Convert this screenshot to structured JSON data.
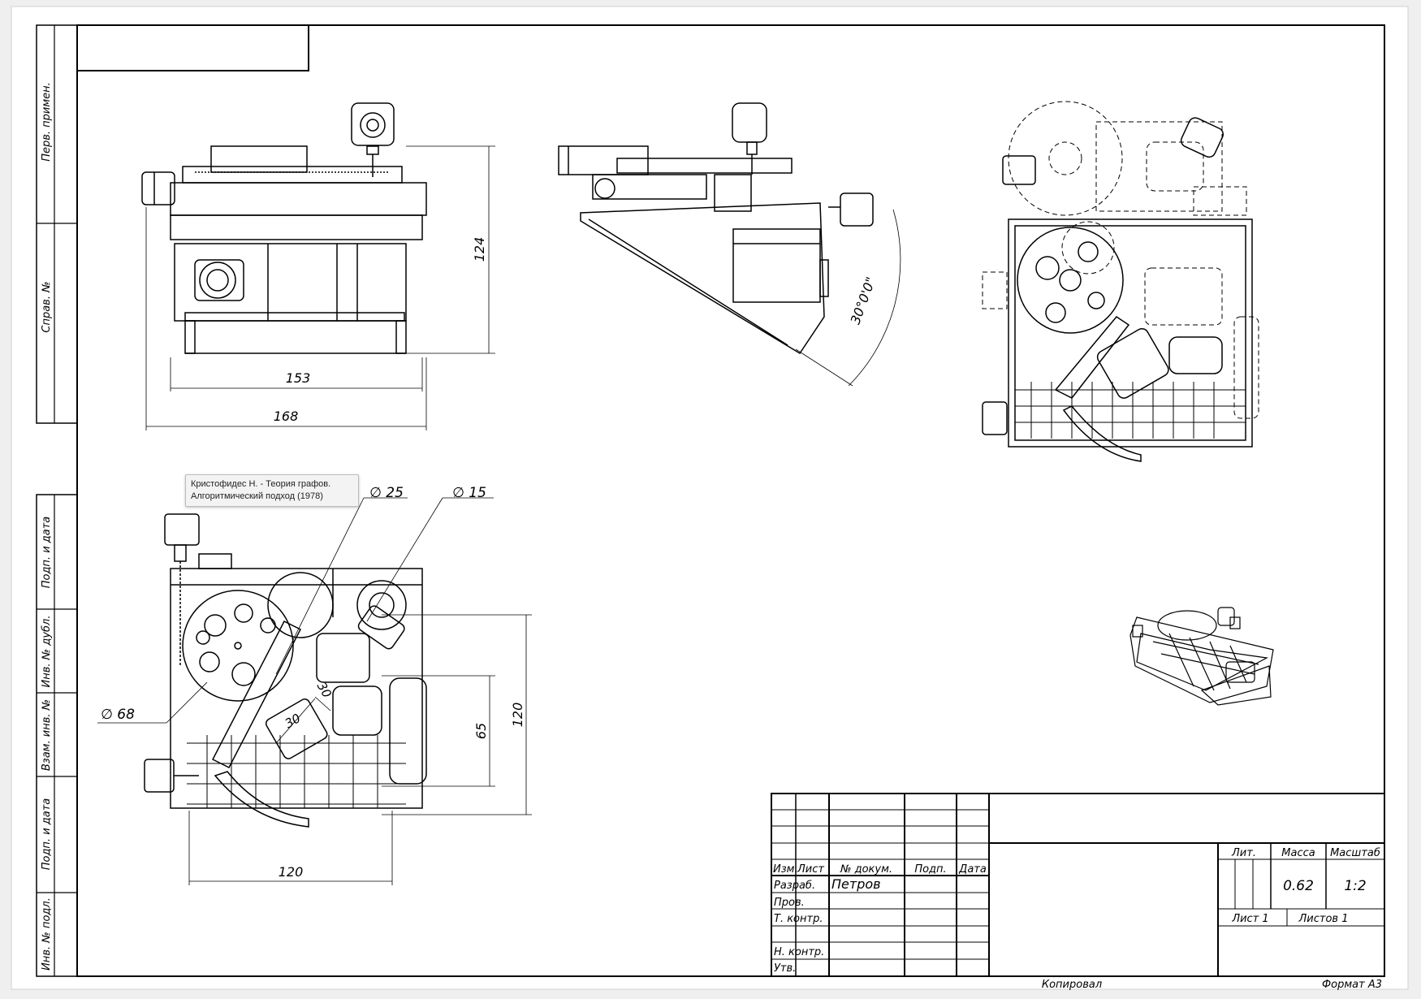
{
  "side_strip": {
    "perv_primen": "Перв. примен.",
    "sprav_no": "Справ. №",
    "podp_data_1": "Подп. и дата",
    "inv_dubl": "Инв. № дубл.",
    "vzam_inv": "Взам. инв. №",
    "podp_data_2": "Подп. и дата",
    "inv_podl": "Инв. № подл."
  },
  "dimensions": {
    "front_height": "124",
    "front_inner_width": "153",
    "front_outer_width": "168",
    "angle": "30°0'0\"",
    "dia_25": "∅ 25",
    "dia_15": "∅ 15",
    "dia_68": "∅ 68",
    "top_height": "120",
    "top_inner": "65",
    "top_width": "120",
    "square_w": "30",
    "square_h": "30"
  },
  "tooltip": {
    "line1": "Кристофидес Н. - Теория графов.",
    "line2": "Алгоритмический подход (1978)"
  },
  "title_block": {
    "izm": "Изм.",
    "list": "Лист",
    "n_dokum": "№ докум.",
    "podp": "Подп.",
    "data": "Дата",
    "razrab": "Разраб.",
    "razrab_name": "Петров",
    "prov": "Пров.",
    "t_kontr": "Т. контр.",
    "n_kontr": "Н. контр.",
    "utv": "Утв.",
    "lit": "Лит.",
    "massa": "Масса",
    "masshtab": "Масштаб",
    "massa_value": "0.62",
    "masshtab_value": "1:2",
    "list_no": "Лист 1",
    "listov": "Листов 1"
  },
  "footer": {
    "kopiroval": "Копировал",
    "format": "Формат А3"
  }
}
